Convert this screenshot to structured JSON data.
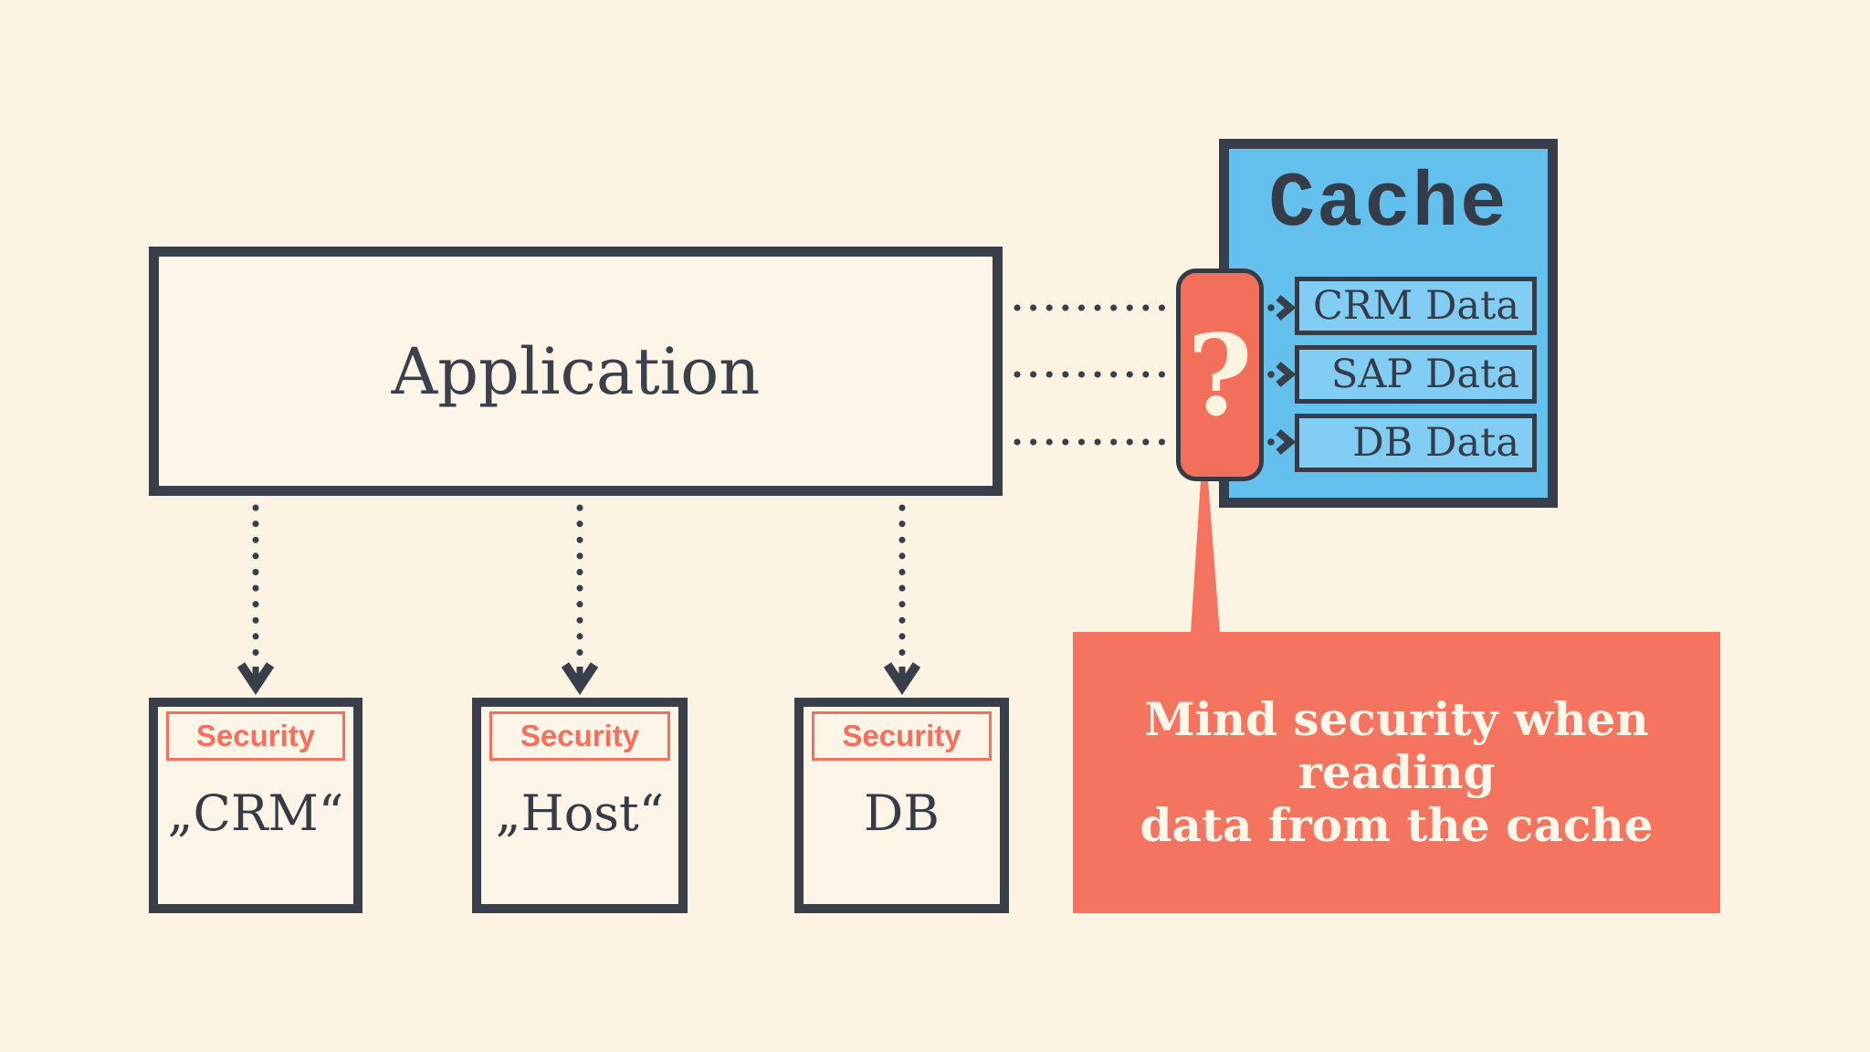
{
  "palette": {
    "background": "#FCF3E3",
    "ink": "#383F4A",
    "coral": "#F2705B",
    "callout_coral": "#F4745F",
    "cache_blue": "#64C1EE",
    "cache_row_blue": "#82CDF3",
    "light_text": "#FEF7EA"
  },
  "application": {
    "label": "Application"
  },
  "cache": {
    "title": "Cache",
    "rows": [
      {
        "label": "CRM Data"
      },
      {
        "label": "SAP Data"
      },
      {
        "label": "DB Data"
      }
    ]
  },
  "question_badge": {
    "label": "?"
  },
  "security_nodes": [
    {
      "tag": "Security",
      "name": "„CRM“"
    },
    {
      "tag": "Security",
      "name": "„Host“"
    },
    {
      "tag": "Security",
      "name": "DB"
    }
  ],
  "callout": {
    "line1": "Mind security when reading",
    "line2": "data from the cache"
  }
}
